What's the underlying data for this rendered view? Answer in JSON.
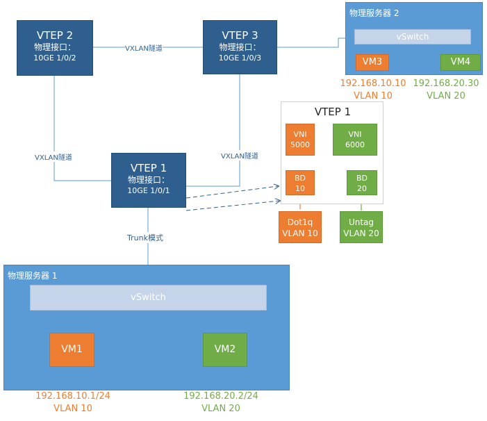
{
  "vtep2": {
    "title": "VTEP 2",
    "sub": "物理接口：",
    "port": "10GE 1/0/2"
  },
  "vtep3": {
    "title": "VTEP 3",
    "sub": "物理接口：",
    "port": "10GE 1/0/3"
  },
  "vtep1": {
    "title": "VTEP 1",
    "sub": "物理接口：",
    "port": "10GE 1/0/1"
  },
  "links": {
    "tunnel_top": "VXLAN隧道",
    "tunnel_left": "VXLAN隧道",
    "tunnel_right": "VXLAN隧道",
    "trunk": "Trunk模式"
  },
  "server2": {
    "title": "物理服务器 2",
    "vswitch": "vSwitch",
    "vm_a": "VM3",
    "vm_b": "VM4",
    "ip_a": "192.168.10.10",
    "vlan_a": "VLAN 10",
    "ip_b": "192.168.20.30",
    "vlan_b": "VLAN 20"
  },
  "server1": {
    "title": "物理服务器 1",
    "vswitch": "vSwitch",
    "vm_a": "VM1",
    "vm_b": "VM2",
    "ip_a": "192.168.10.1/24",
    "vlan_a": "VLAN 10",
    "ip_b": "192.168.20.2/24",
    "vlan_b": "VLAN 20"
  },
  "detail": {
    "title": "VTEP 1",
    "vni_a_label": "VNI",
    "vni_a_value": "5000",
    "vni_b_label": "VNI",
    "vni_b_value": "6000",
    "bd_a_label": "BD",
    "bd_a_value": "10",
    "bd_b_label": "BD",
    "bd_b_value": "20",
    "encap_a": "Dot1q",
    "encap_a_vlan": "VLAN 10",
    "encap_b": "Untag",
    "encap_b_vlan": "VLAN 20"
  },
  "colors": {
    "vtep": "#2e5f8f",
    "server": "#5b9bd5",
    "orange": "#ed7d31",
    "green": "#70ad47",
    "vswitch": "#c6d4ea"
  }
}
